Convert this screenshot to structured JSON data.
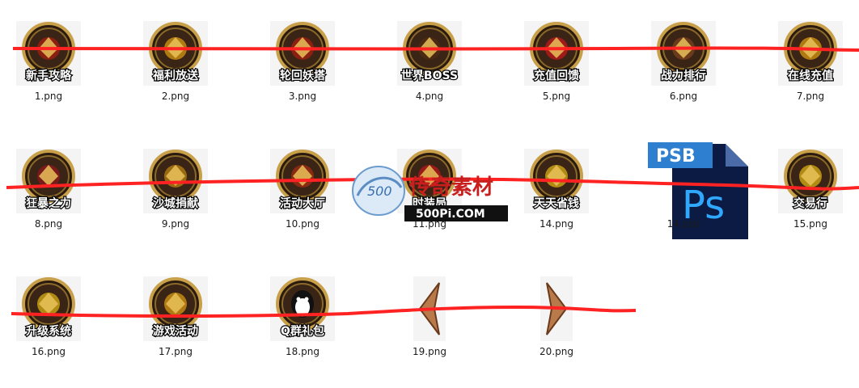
{
  "files": [
    {
      "name": "1.png",
      "label": "新手攻略",
      "icon": "scroll-icon",
      "kind": "badge"
    },
    {
      "name": "2.png",
      "label": "福利放送",
      "icon": "gold-ingot-icon",
      "kind": "badge"
    },
    {
      "name": "3.png",
      "label": "轮回妖塔",
      "icon": "pagoda-icon",
      "kind": "badge"
    },
    {
      "name": "4.png",
      "label": "世界BOSS",
      "icon": "dragon-icon",
      "kind": "badge"
    },
    {
      "name": "5.png",
      "label": "充值回馈",
      "icon": "gift-bag-icon",
      "kind": "badge"
    },
    {
      "name": "6.png",
      "label": "战力排行",
      "icon": "sword-icon",
      "kind": "badge"
    },
    {
      "name": "7.png",
      "label": "在线充值",
      "icon": "treasure-chest-icon",
      "kind": "badge"
    },
    {
      "name": "8.png",
      "label": "狂暴之力",
      "icon": "demon-mask-icon",
      "kind": "badge"
    },
    {
      "name": "9.png",
      "label": "沙城捐献",
      "icon": "castle-icon",
      "kind": "badge"
    },
    {
      "name": "10.png",
      "label": "活动大厅",
      "icon": "crossed-swords-icon",
      "kind": "badge"
    },
    {
      "name": "11.png",
      "label": "时装局",
      "icon": "fashion-icon",
      "kind": "badge"
    },
    {
      "name": "14.png",
      "label": "天天省钱",
      "icon": "coins-pile-icon",
      "kind": "badge"
    },
    {
      "name": "14.psb",
      "label": "",
      "icon": "photoshop-psb-icon",
      "kind": "psb",
      "psb_tag": "PSB",
      "ps_mark": "Ps"
    },
    {
      "name": "15.png",
      "label": "交易行",
      "icon": "winged-ornament-icon",
      "kind": "badge"
    },
    {
      "name": "16.png",
      "label": "升级系统",
      "icon": "golden-crest-icon",
      "kind": "badge"
    },
    {
      "name": "17.png",
      "label": "游戏活动",
      "icon": "golden-helmet-icon",
      "kind": "badge"
    },
    {
      "name": "18.png",
      "label": "Q群礼包",
      "icon": "qq-penguin-icon",
      "kind": "badge"
    },
    {
      "name": "19.png",
      "label": "",
      "icon": "arrow-left-icon",
      "kind": "arrow-left"
    },
    {
      "name": "20.png",
      "label": "",
      "icon": "arrow-right-icon",
      "kind": "arrow-right"
    }
  ],
  "watermark": {
    "text_main": "传奇素材",
    "text_site": "500Pi.COM",
    "logo_text": "500"
  }
}
